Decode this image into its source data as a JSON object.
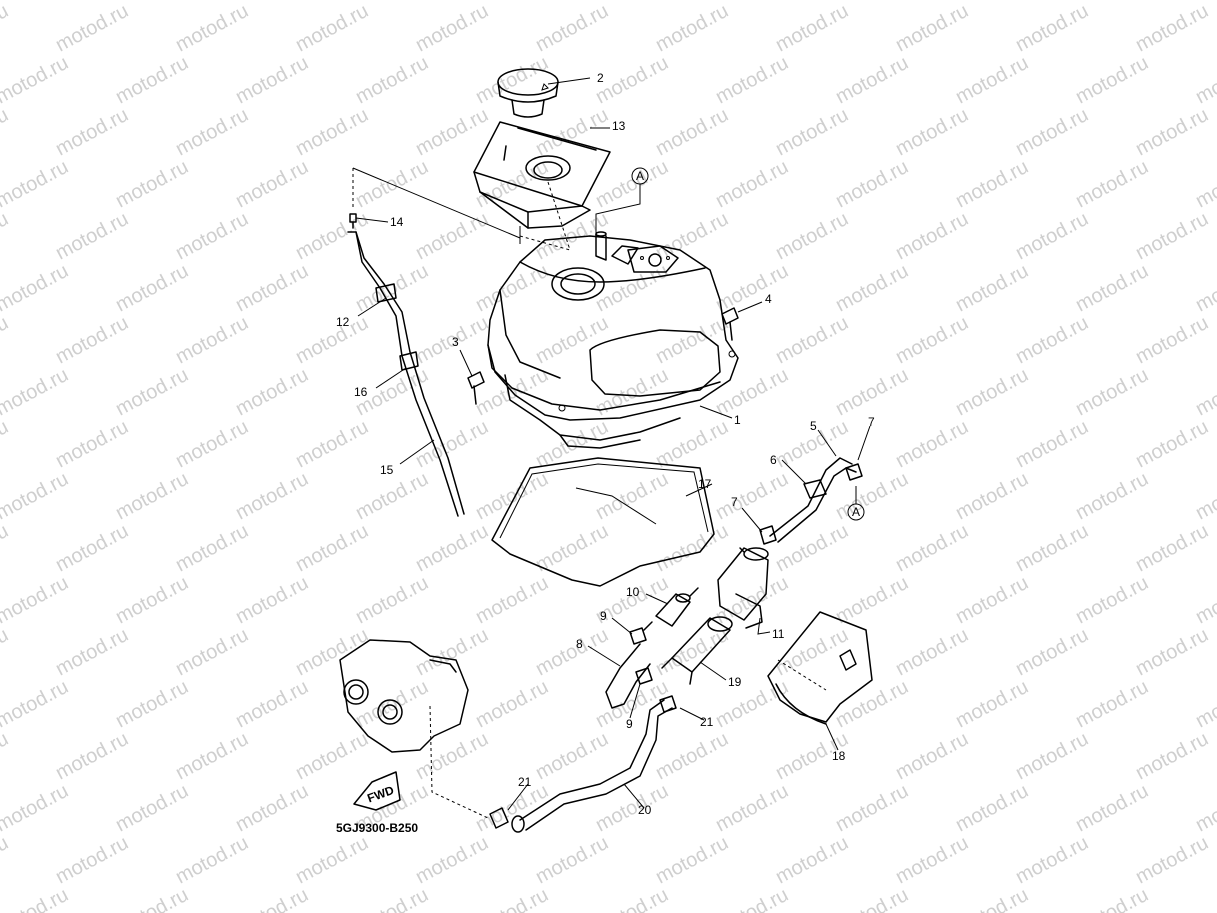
{
  "watermark": "motod.ru",
  "diagram_code": "5GJ9300-B250",
  "fwd_label": "FWD",
  "connector_label": "A",
  "callouts": {
    "c1": "1",
    "c2": "2",
    "c3": "3",
    "c4": "4",
    "c5": "5",
    "c6": "6",
    "c7a": "7",
    "c7b": "7",
    "c8": "8",
    "c9a": "9",
    "c9b": "9",
    "c10": "10",
    "c11": "11",
    "c12": "12",
    "c13": "13",
    "c14": "14",
    "c15": "15",
    "c16": "16",
    "c17": "17",
    "c18": "18",
    "c19": "19",
    "c20": "20",
    "c21a": "21",
    "c21b": "21"
  }
}
